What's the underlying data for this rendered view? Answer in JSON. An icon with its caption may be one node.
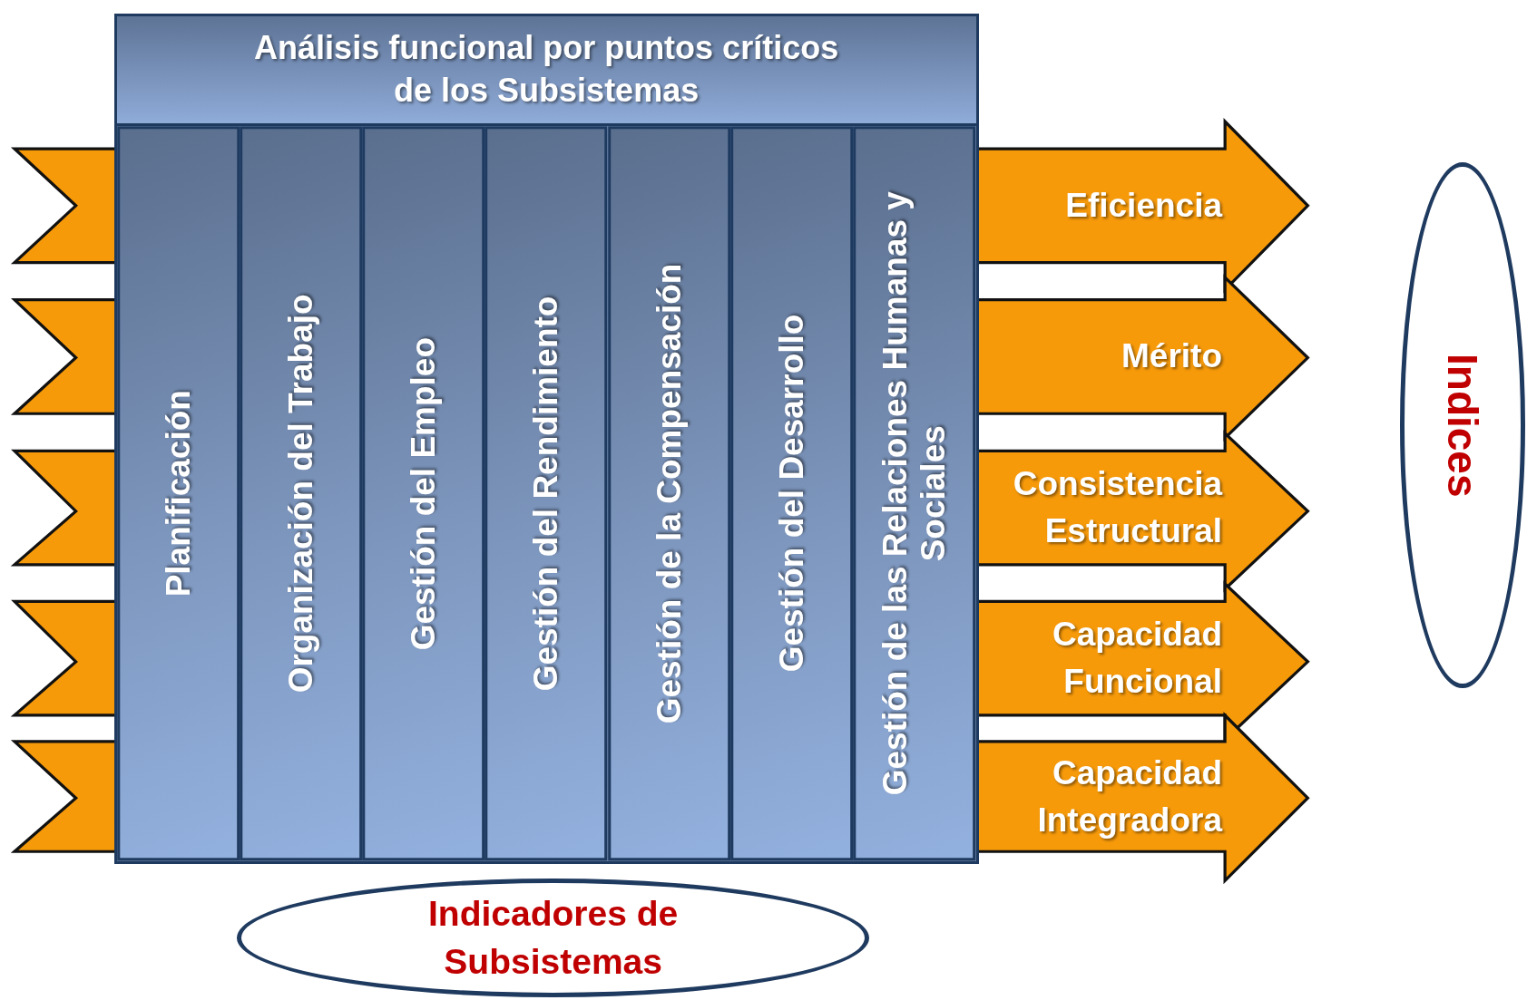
{
  "diagram": {
    "nodes": [
      {
        "text": [
          "Análisis funcional por puntos críticos de los Subsistemas"
        ]
      },
      {
        "text": [
          "Planificación"
        ],
        "in": 0
      },
      {
        "text": [
          "Organización del Trabajo"
        ],
        "in": 0
      },
      {
        "text": [
          "Gestión del Empleo"
        ],
        "in": 0
      },
      {
        "text": [
          "Gestión del Rendimiento"
        ],
        "in": 0
      },
      {
        "text": [
          "Gestión de la Compensación"
        ],
        "in": 0
      },
      {
        "text": [
          "Gestión del Desarrollo"
        ],
        "in": 0
      },
      {
        "text": [
          "Gestión de las Relaciones Humanas y Sociales"
        ],
        "in": 0
      },
      {
        "text": [
          "Eficiencia"
        ]
      },
      {
        "text": [
          "Mérito"
        ]
      },
      {
        "text": [
          "Consistencia Estructural"
        ]
      },
      {
        "text": [
          "Capacidad Funcional"
        ]
      },
      {
        "text": [
          "Capacidad Integradora"
        ]
      },
      {
        "text": [
          "Indices"
        ]
      },
      {
        "text": [
          "Indicadores de Subsistemas"
        ]
      }
    ],
    "edges": []
  }
}
